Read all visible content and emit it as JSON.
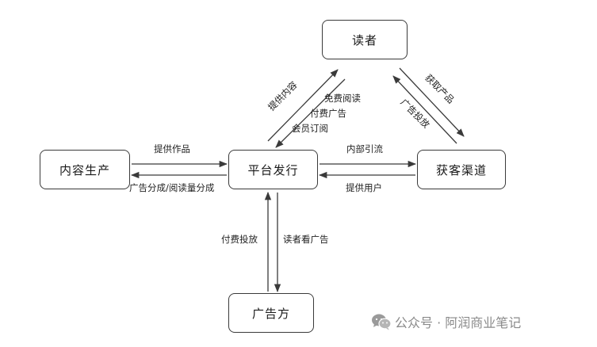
{
  "nodes": {
    "reader": "读者",
    "content_producer": "内容生产",
    "platform": "平台发行",
    "acquisition": "获客渠道",
    "advertiser": "广告方"
  },
  "edges": {
    "provide_content": "提供内容",
    "free_reading": "免费阅读",
    "paid_ads": "付费广告",
    "membership": "会员订阅",
    "get_product": "获取产品",
    "ad_delivery": "广告投放",
    "provide_works": "提供作品",
    "revenue_share": "广告分成/阅读量分成",
    "internal_traffic": "内部引流",
    "provide_users": "提供用户",
    "paid_delivery": "付费投放",
    "reader_views_ads": "读者看广告"
  },
  "watermark": {
    "text": "公众号 · 阿润商业笔记",
    "icon": "wechat-icon"
  },
  "colors": {
    "stroke": "#3a3a3a",
    "text": "#222222",
    "watermark": "#8a8a8a"
  }
}
